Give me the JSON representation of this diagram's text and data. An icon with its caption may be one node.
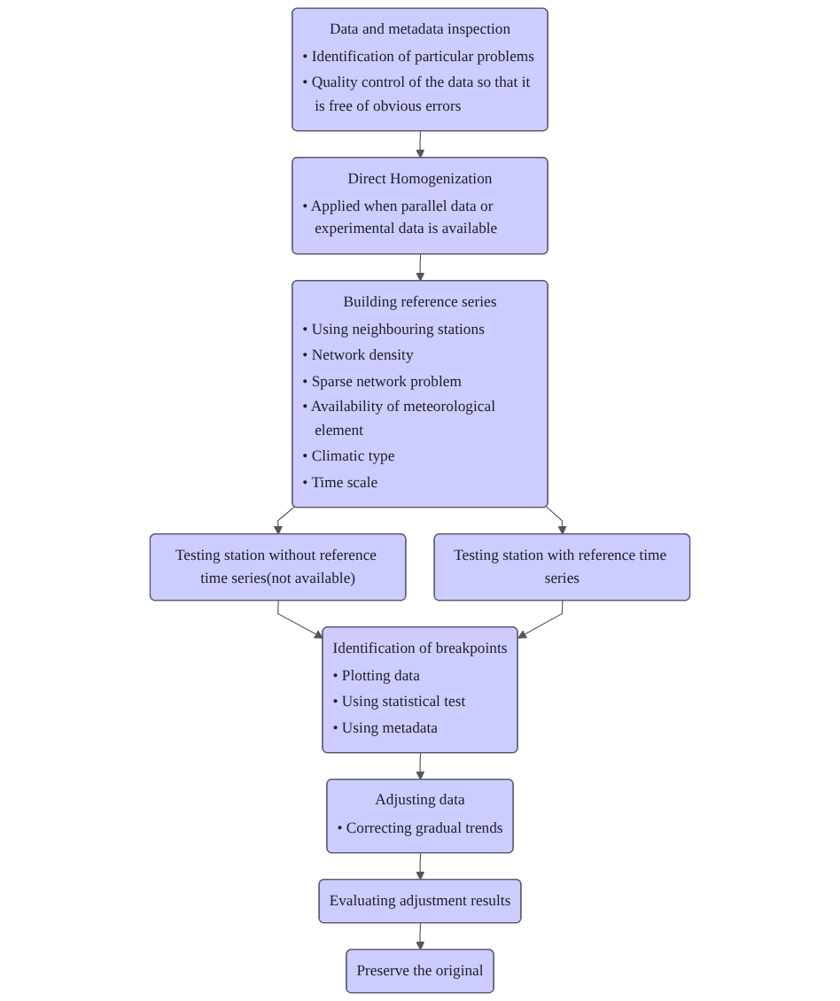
{
  "diagram": {
    "nodes": [
      {
        "text": [
          "Data and metadata inspection",
          "• Identification of particular problems",
          "• Quality control of the data so that it is free of obvious errors"
        ]
      },
      {
        "text": [
          "Direct Homogenization",
          "• Applied when parallel data or experimental data is available"
        ]
      },
      {
        "text": [
          "Building reference series",
          "• Using neighbouring stations",
          "• Network density",
          "• Sparse network problem",
          "• Availability of meteorological element",
          "• Climatic type",
          "• Time scale"
        ]
      },
      {
        "text": [
          "Testing station without reference time series(not available)"
        ]
      },
      {
        "text": [
          "Testing station with reference time series"
        ]
      },
      {
        "text": [
          "Identification of breakpoints",
          "• Plotting data",
          "• Using statistical test",
          "• Using metadata"
        ]
      },
      {
        "text": [
          "Adjusting data",
          "• Correcting gradual trends"
        ]
      },
      {
        "text": [
          "Evaluating adjustment results"
        ]
      },
      {
        "text": [
          "Preserve the original"
        ]
      }
    ],
    "edges": [
      {
        "from": 0,
        "to": 1,
        "arrow": "to"
      },
      {
        "from": 1,
        "to": 2,
        "arrow": "to"
      },
      {
        "from": 2,
        "to": 3,
        "arrow": "to"
      },
      {
        "from": 2,
        "to": 4,
        "arrow": "to"
      },
      {
        "from": 3,
        "to": 5,
        "arrow": "to"
      },
      {
        "from": 4,
        "to": 5,
        "arrow": "to"
      },
      {
        "from": 5,
        "to": 6,
        "arrow": "to"
      },
      {
        "from": 6,
        "to": 7,
        "arrow": "to"
      },
      {
        "from": 7,
        "to": 8,
        "arrow": "to"
      }
    ]
  }
}
